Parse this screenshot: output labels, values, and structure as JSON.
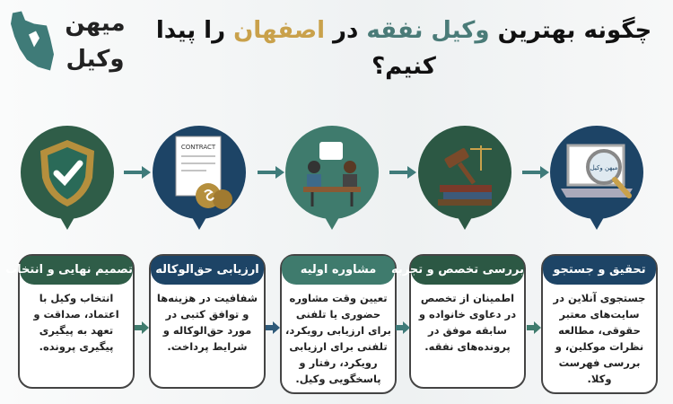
{
  "logo": {
    "text_line1": "میهن",
    "text_line2": "وکیل"
  },
  "title": {
    "part1": "چگونه بهترین ",
    "highlight_teal": "وکیل نفقه",
    "part2": " در ",
    "highlight_gold": "اصفهان",
    "part3": " را پیدا کنیم؟"
  },
  "colors": {
    "green": "#2f5d48",
    "navy": "#1d4466",
    "teal": "#3f7b6d",
    "gold": "#c9a14b"
  },
  "steps": [
    {
      "title": "تصمیم نهایی و انتخاب",
      "text": "انتخاب وکیل با اعتماد، صداقت و تعهد به پیگیری پیگیری پرونده.",
      "icon": "shield-check-icon",
      "color": "#2f5d48"
    },
    {
      "title": "ارزیابی حق‌الوکاله",
      "text": "شفافیت در هزینه‌ها و توافق کتبی در مورد حق‌الوکاله و شرایط پرداخت.",
      "icon": "contract-money-icon",
      "icon_label": "CONTRACT",
      "color": "#1d4466"
    },
    {
      "title": "مشاوره اولیه",
      "text": "تعیین وقت مشاوره حضوری یا تلفنی برای ارزیابی رویکرد، تلفنی برای ارزیابی رویکرد، رفتار و پاسخگویی وکیل.",
      "icon": "consultation-icon",
      "color": "#3f7b6d"
    },
    {
      "title": "بررسی تخصص و تجربه",
      "text": "اطمینان از تخصص در دعاوی خانواده و سابقه موفق در پرونده‌های نفقه.",
      "icon": "gavel-books-icon",
      "color": "#2c5844"
    },
    {
      "title": "تحقیق و جستجو",
      "text": "جستجوی آنلاین در سایت‌های معتبر حقوقی، مطالعه نظرات موکلین، و بررسی فهرست وکلا.",
      "icon": "laptop-search-icon",
      "icon_label": "میهن وکیل",
      "color": "#1d4466"
    }
  ]
}
